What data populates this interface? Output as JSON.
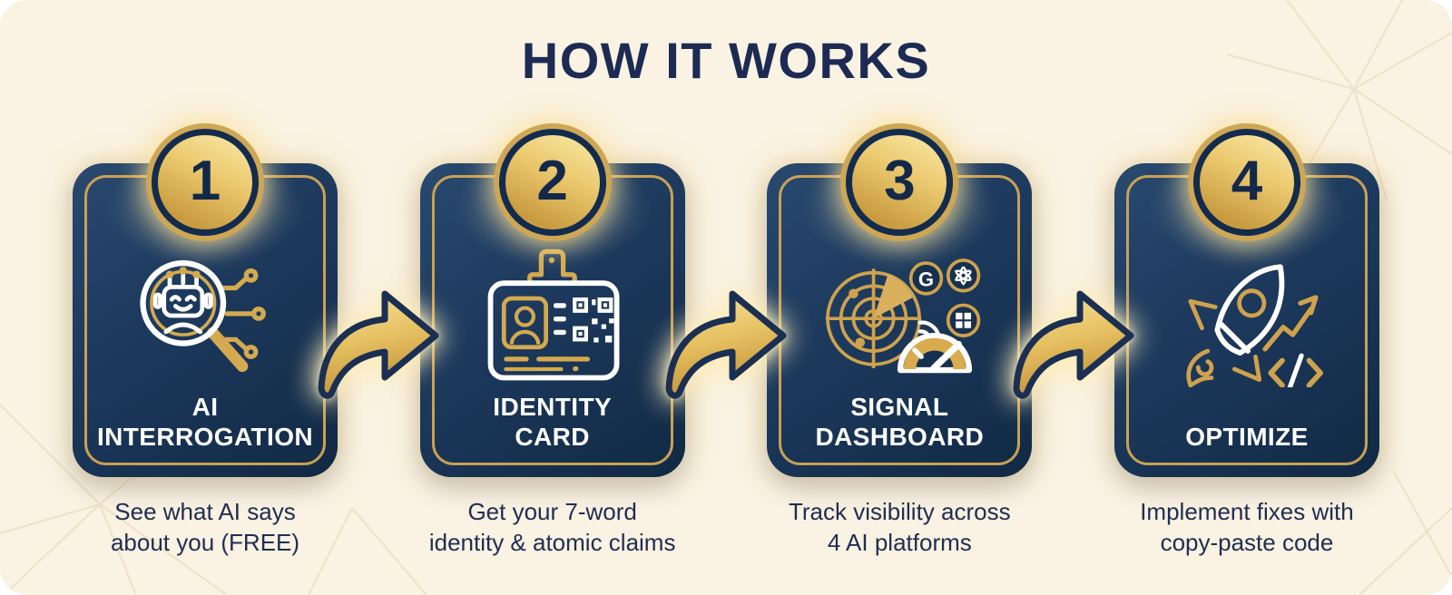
{
  "page": {
    "title": "HOW IT WORKS"
  },
  "colors": {
    "background": "#faf2e2",
    "card_navy_light": "#29496f",
    "card_navy_dark": "#112944",
    "gold": "#cfa24d",
    "gold_light": "#f6e09c",
    "text_navy": "#1d2b54",
    "white": "#ffffff"
  },
  "steps": [
    {
      "number": "1",
      "title_line1": "AI",
      "title_line2": "INTERROGATION",
      "icon": "ai-magnifier-robot-icon",
      "caption_line1": "See what AI says",
      "caption_line2": "about you (FREE)"
    },
    {
      "number": "2",
      "title_line1": "IDENTITY",
      "title_line2": "CARD",
      "icon": "identity-card-icon",
      "caption_line1": "Get your 7-word",
      "caption_line2": "identity & atomic claims"
    },
    {
      "number": "3",
      "title_line1": "SIGNAL",
      "title_line2": "DASHBOARD",
      "icon": "radar-dashboard-icon",
      "badge_google_letter": "G",
      "caption_line1": "Track visibility across",
      "caption_line2": "4 AI platforms"
    },
    {
      "number": "4",
      "title_line1": "OPTIMIZE",
      "title_line2": "",
      "icon": "rocket-optimize-icon",
      "caption_line1": "Implement fixes with",
      "caption_line2": "copy-paste code"
    }
  ],
  "arrows": {
    "count": 3,
    "style": "gold-curved-swoosh-right"
  }
}
